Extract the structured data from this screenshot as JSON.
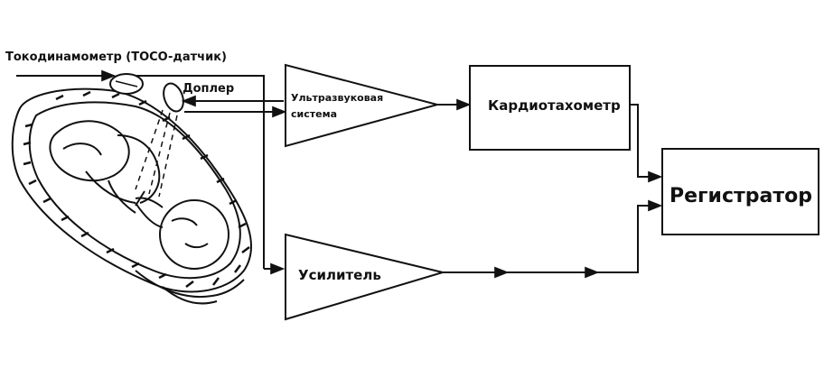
{
  "labels": {
    "tocodynamometer": "Токодинамометр (TOCO-датчик)",
    "doppler": "Доплер",
    "ultrasound_line1": "Ультразвуковая",
    "ultrasound_line2": "система",
    "cardiotachometer": "Кардиотахометр",
    "recorder": "Регистратор",
    "amplifier": "Усилитель"
  },
  "colors": {
    "stroke": "#111111",
    "background": "#ffffff"
  },
  "icons": {
    "illustration": "pregnant-abdomen-fetus-icon"
  }
}
